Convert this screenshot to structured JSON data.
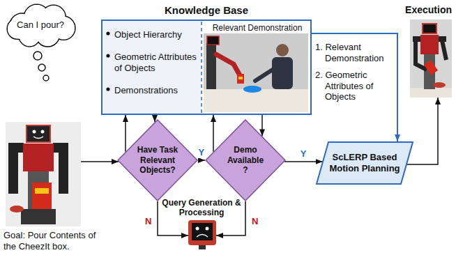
{
  "diagram": {
    "nodes": [
      {
        "text": [
          "Knowledge Base",
          "Object Hierarchy",
          "Geometric Attributes of Objects",
          "Demonstrations",
          "Relevant Demonstration"
        ]
      },
      {
        "text": [
          "Execution"
        ]
      },
      {
        "text": [
          "Can I pour?"
        ]
      },
      {
        "text": [
          "Goal: Pour Contents of the CheezIt box."
        ]
      },
      {
        "text": [
          "Have Task Relevant Objects?"
        ]
      },
      {
        "text": [
          "Demo Available ?"
        ]
      },
      {
        "text": [
          "ScLERP Based Motion Planning"
        ]
      }
    ],
    "edges": [
      {
        "from": 3,
        "to": 4,
        "arrow": "to"
      },
      {
        "from": 4,
        "to": 5,
        "label": "Y",
        "arrow": "to"
      },
      {
        "from": 5,
        "to": 6,
        "label": "Y",
        "arrow": "to"
      },
      {
        "from": 4,
        "to": 0,
        "arrow": "to"
      },
      {
        "from": 0,
        "to": 4,
        "arrow": "to"
      },
      {
        "from": 5,
        "to": 0,
        "arrow": "to"
      },
      {
        "from": 0,
        "to": 5,
        "arrow": "to"
      },
      {
        "from": 0,
        "to": 6,
        "arrow": "to"
      },
      {
        "from": 6,
        "to": 1,
        "arrow": "to"
      }
    ],
    "labels": [
      "1. Relevant Demonstration",
      "2. Geometric Attributes of Objects",
      "Query Generation & Processing",
      "N",
      "N"
    ]
  }
}
